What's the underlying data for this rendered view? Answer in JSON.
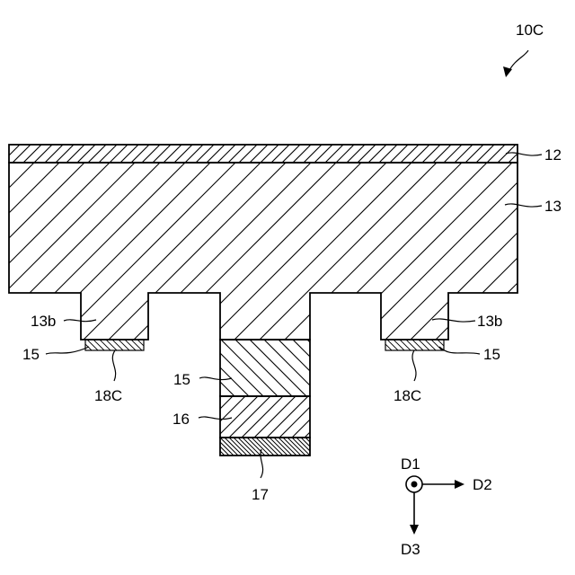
{
  "figure_label": "10C",
  "labels": {
    "layer_12": "12",
    "layer_13": "13",
    "protrusion_left": "13b",
    "protrusion_right": "13b",
    "film_15_left": "15",
    "film_15_right": "15",
    "film_15_center": "15",
    "region_18c_left": "18C",
    "region_18c_right": "18C",
    "layer_16": "16",
    "layer_17": "17"
  },
  "axes": {
    "d1": "D1",
    "d2": "D2",
    "d3": "D3"
  }
}
